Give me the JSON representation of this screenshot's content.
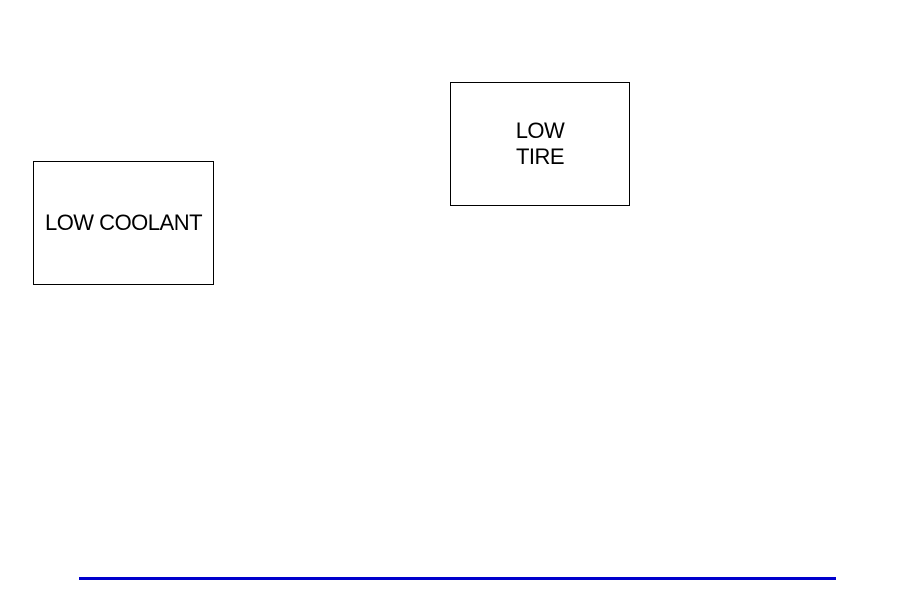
{
  "indicators": {
    "coolant": {
      "label": "LOW COOLANT"
    },
    "tire": {
      "line1": "LOW",
      "line2": "TIRE"
    }
  },
  "colors": {
    "footer_rule": "#0000cc",
    "box_border": "#000000"
  }
}
